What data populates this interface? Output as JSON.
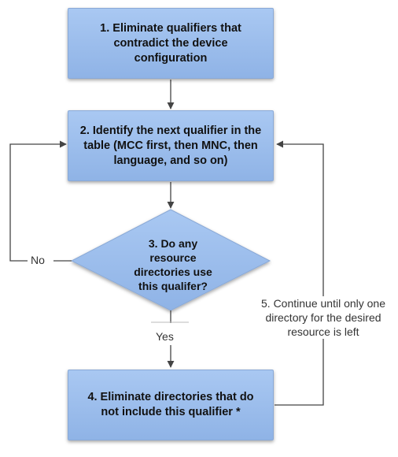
{
  "diagram": {
    "step1": "1. Eliminate qualifiers that contradict the device configuration",
    "step2": "2. Identify the next qualifier in the table (MCC first, then MNC, then language, and so on)",
    "step3": "3. Do any resource directories use this qualifer?",
    "step4": "4. Eliminate directories that do not include this qualifier *",
    "step5": "5. Continue until only one directory for the desired resource is left",
    "label_no": "No",
    "label_yes": "Yes"
  },
  "colors": {
    "box_fill": "#9fbeec",
    "box_border": "#8aa9d6",
    "connector": "#444444"
  }
}
